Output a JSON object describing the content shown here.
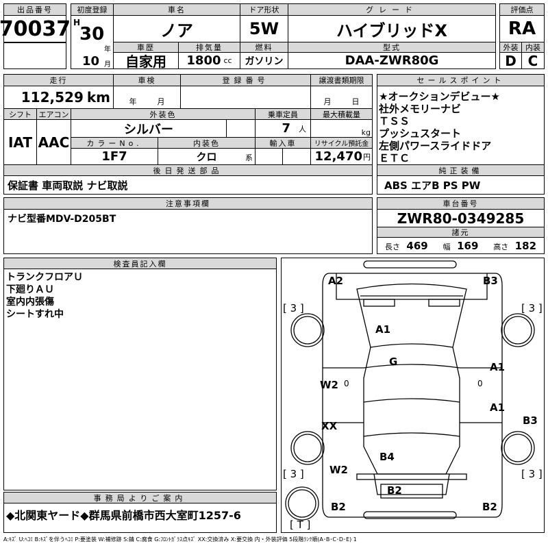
{
  "lot": {
    "label": "出品番号",
    "value": "70037"
  },
  "first_reg": {
    "label": "初度登録",
    "era": "H",
    "year": "30",
    "year_unit": "年",
    "month": "10",
    "month_unit": "月"
  },
  "car_name": {
    "label": "車名",
    "value": "ノア"
  },
  "door": {
    "label": "ドア形状",
    "value": "5W"
  },
  "grade": {
    "label": "グレード",
    "value": "ハイブリッドX"
  },
  "history": {
    "label": "車歴",
    "value": "自家用"
  },
  "displacement": {
    "label": "排気量",
    "value": "1800",
    "unit": "cc"
  },
  "fuel": {
    "label": "燃料",
    "value": "ガソリン"
  },
  "model": {
    "label": "型式",
    "value": "DAA-ZWR80G"
  },
  "rating": {
    "label": "評価点",
    "value": "RA",
    "exterior_label": "外装",
    "interior_label": "内装",
    "exterior": "D",
    "interior": "C"
  },
  "mileage": {
    "label": "走行",
    "value": "112,529",
    "unit": "km"
  },
  "inspection": {
    "label": "車検",
    "year_unit": "年",
    "month_unit": "月"
  },
  "reg_no": {
    "label": "登録番号"
  },
  "doc_deadline": {
    "label": "譲渡書類期限",
    "month_unit": "月",
    "day_unit": "日"
  },
  "shift": {
    "label": "シフト",
    "value": "IAT"
  },
  "ac": {
    "label": "エアコン",
    "value": "AAC"
  },
  "ext_color": {
    "label": "外装色",
    "value": "シルバー"
  },
  "capacity": {
    "label": "乗車定員",
    "value": "7",
    "unit": "人"
  },
  "max_load": {
    "label": "最大積載量",
    "unit": "kg"
  },
  "color_no": {
    "label": "カラーNo.",
    "value": "1F7"
  },
  "int_color": {
    "label": "内装色",
    "value": "クロ",
    "unit": "系"
  },
  "import": {
    "label": "輸入車"
  },
  "recycle": {
    "label": "リサイクル預託金",
    "value": "12,470",
    "unit": "円"
  },
  "later_parts": {
    "label": "後日発送部品",
    "value": "保証書 車両取説 ナビ取説"
  },
  "sales_points": {
    "label": "セールスポイント",
    "items": [
      "★オークションデビュー★",
      "社外メモリーナビ",
      "ＴＳＳ",
      "プッシュスタート",
      "左側パワースライドドア",
      "ＥＴＣ"
    ]
  },
  "equipment": {
    "label": "純正装備",
    "value": "ABS エアB PS PW"
  },
  "notes": {
    "label": "注意事項欄",
    "value": "ナビ型番MDV-D205BT"
  },
  "chassis": {
    "label": "車台番号",
    "value": "ZWR80-0349285"
  },
  "specs": {
    "label": "諸元",
    "length_label": "長さ",
    "length": "469",
    "width_label": "幅",
    "width": "169",
    "height_label": "高さ",
    "height": "182"
  },
  "inspector": {
    "label": "検査員記入欄",
    "lines": [
      "トランクフロアＵ",
      "下廻りＡＵ",
      "室内内張傷",
      "シートすれ中"
    ]
  },
  "office": {
    "label": "事務局よりご案内",
    "value": "◆北関東ヤード◆群馬県前橋市西大室町1257-6"
  },
  "diagram": {
    "tire_marks": [
      "[ 3 ]",
      "[ 3 ]",
      "[ 3 ]",
      "[ 3 ]",
      "[ T ]"
    ],
    "marks": [
      "A2",
      "B3",
      "A1",
      "G",
      "W2",
      "A1",
      "A1",
      "B3",
      "XX",
      "B4",
      "W2",
      "B2",
      "B2",
      "B2"
    ],
    "zero": "0"
  },
  "legend": "A:ｷｽﾞ U:ﾍｺﾐ B:ｷｽﾞを伴うﾍｺﾐ P:要塗装 W:補修跡 S:錆 C:腐食 G:ﾌﾛﾝﾄｶﾞﾗｽ点ｷｽﾞ XX:交換済み X:要交換 内・外装評価 5段階ﾗﾝｸ順(A･B･C･D･E) 1"
}
